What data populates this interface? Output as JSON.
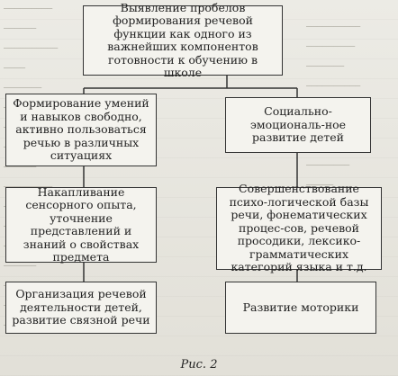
{
  "diagram": {
    "top": "Выявление пробелов формирования речевой функции как одного из важнейших компонентов готовности к обучению в школе",
    "left": [
      "Формирование умений и навыков свободно, активно пользоваться речью в различных ситуациях",
      "Накапливание сенсорного опыта, уточнение представлений и знаний о свойствах предмета",
      "Организация речевой деятельности детей, развитие связной речи"
    ],
    "right": [
      "Социально-эмоциональ-ное развитие детей",
      "Совершенствование психо-логической базы речи, фонематических процес-сов, речевой просодики, лексико-грамматических категорий языка и т.д.",
      "Развитие моторики"
    ]
  },
  "caption": "Рис. 2"
}
